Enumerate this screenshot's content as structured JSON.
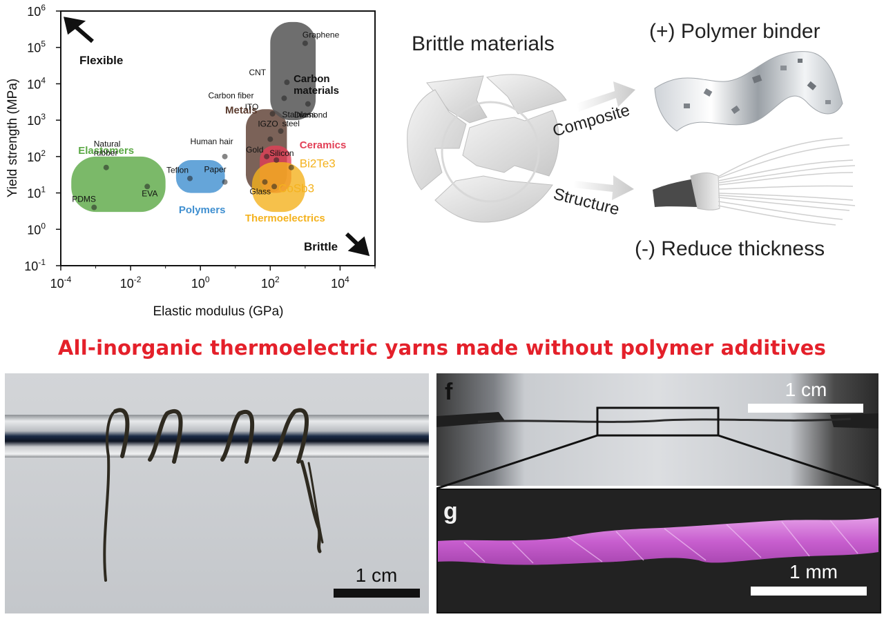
{
  "chart_data": {
    "type": "scatter",
    "title": "",
    "xlabel": "Elastic modulus (GPa)",
    "ylabel": "Yield strength (MPa)",
    "x_scale": "log",
    "y_scale": "log",
    "xlim": [
      0.0001,
      100000
    ],
    "ylim": [
      0.1,
      1000000
    ],
    "x_ticks": [
      "10-4",
      "10-2",
      "100",
      "102",
      "104"
    ],
    "y_ticks": [
      "10-1",
      "100",
      "101",
      "102",
      "103",
      "104",
      "105",
      "106"
    ],
    "grid": false,
    "corner_labels": {
      "flexible": "Flexible",
      "brittle": "Brittle"
    },
    "groups": [
      {
        "name": "Elastomers",
        "color": "#5aa844",
        "x_range": [
          0.0002,
          0.1
        ],
        "y_range": [
          3,
          100
        ]
      },
      {
        "name": "Polymers",
        "color": "#3f8fd0",
        "x_range": [
          0.2,
          5
        ],
        "y_range": [
          10,
          80
        ]
      },
      {
        "name": "Metals",
        "color": "#5a3b2e",
        "x_range": [
          20,
          300
        ],
        "y_range": [
          10,
          2000
        ]
      },
      {
        "name": "Carbon materials",
        "color": "#555555",
        "x_range": [
          100,
          2000
        ],
        "y_range": [
          1000,
          500000
        ]
      },
      {
        "name": "Ceramics",
        "color": "#e23f56",
        "x_range": [
          50,
          400
        ],
        "y_range": [
          10,
          200
        ]
      },
      {
        "name": "Thermoelectrics",
        "color": "#f4b21e",
        "x_range": [
          30,
          1000
        ],
        "y_range": [
          3,
          70
        ]
      }
    ],
    "points": [
      {
        "label": "Natural rubber",
        "x": 0.002,
        "y": 50
      },
      {
        "label": "PDMS",
        "x": 0.0009,
        "y": 4
      },
      {
        "label": "EVA",
        "x": 0.03,
        "y": 15
      },
      {
        "label": "Teflon",
        "x": 0.5,
        "y": 25
      },
      {
        "label": "Human hair",
        "x": 5,
        "y": 100
      },
      {
        "label": "Paper",
        "x": 5,
        "y": 20
      },
      {
        "label": "Gold",
        "x": 79,
        "y": 100
      },
      {
        "label": "Glass",
        "x": 70,
        "y": 20
      },
      {
        "label": "Silicon",
        "x": 150,
        "y": 80
      },
      {
        "label": "IGZO",
        "x": 100,
        "y": 300
      },
      {
        "label": "ITO",
        "x": 116,
        "y": 1500
      },
      {
        "label": "Stainless steel",
        "x": 200,
        "y": 500
      },
      {
        "label": "Bi2Te3",
        "x": 400,
        "y": 50
      },
      {
        "label": "CoSb3",
        "x": 130,
        "y": 15
      },
      {
        "label": "Graphene",
        "x": 1000,
        "y": 130000
      },
      {
        "label": "CNT",
        "x": 300,
        "y": 11000
      },
      {
        "label": "Carbon fiber",
        "x": 250,
        "y": 4000
      },
      {
        "label": "Diamond",
        "x": 1200,
        "y": 2800
      }
    ]
  },
  "figure": {
    "headline": "All-inorganic thermoelectric yarns made without polymer additives",
    "schematic": {
      "brittle_label": "Brittle materials",
      "polymer_binder_label": "(+) Polymer binder",
      "composite_label": "Composite",
      "structure_label": "Structure",
      "reduce_thickness_label": "(-) Reduce thickness"
    },
    "photo_left": {
      "scale_bar": "1 cm"
    },
    "panel_f": {
      "letter": "f",
      "scale_bar": "1 cm"
    },
    "panel_g": {
      "letter": "g",
      "scale_bar": "1 mm"
    }
  }
}
